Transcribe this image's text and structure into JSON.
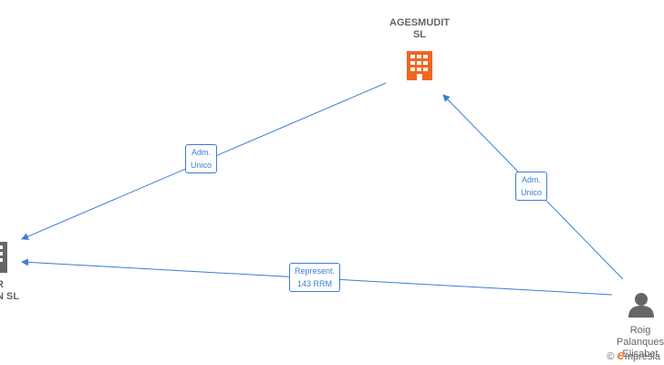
{
  "nodes": {
    "company_top": {
      "line1": "AGESMUDIT",
      "line2": "SL",
      "icon": "building-icon",
      "color": "#f26522"
    },
    "company_left": {
      "line1": "R",
      "line2": "N  SL",
      "icon": "building-icon",
      "color": "#666666"
    },
    "person": {
      "line1": "Roig",
      "line2": "Palanques",
      "line3": "Elisabet",
      "icon": "person-icon",
      "color": "#666666"
    }
  },
  "edges": [
    {
      "label_line1": "Adm.",
      "label_line2": "Unico"
    },
    {
      "label_line1": "Adm.",
      "label_line2": "Unico"
    },
    {
      "label_line1": "Represent.",
      "label_line2": "143 RRM"
    }
  ],
  "edge_color": "#3a7dd4",
  "watermark": {
    "symbol": "©",
    "letter": "e",
    "text": "mpresia"
  }
}
